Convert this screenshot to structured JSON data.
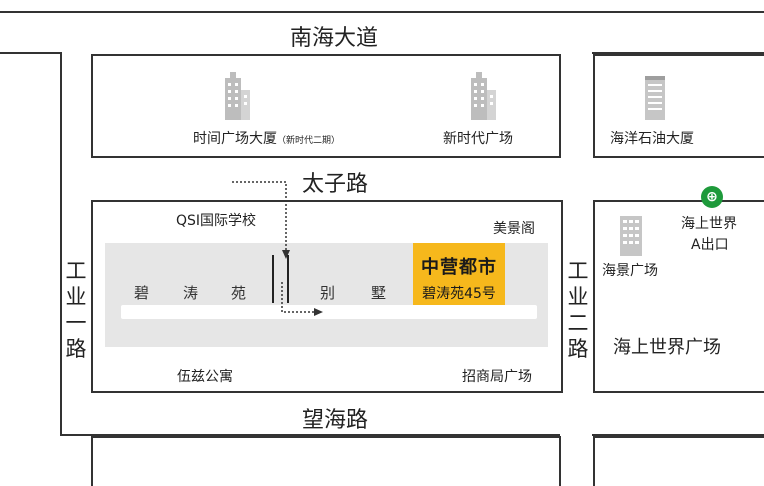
{
  "roads": {
    "nanhai": "南海大道",
    "taizi": "太子路",
    "wanghai": "望海路",
    "gongye1": [
      "工",
      "业",
      "一",
      "路"
    ],
    "gongye2": [
      "工",
      "业",
      "二",
      "路"
    ]
  },
  "buildings": {
    "time_square": "时间广场大厦",
    "time_square_note": "（新时代二期）",
    "new_era_square": "新时代广场",
    "haiyang_tower": "海洋石油大厦",
    "qsi_school": "QSI国际学校",
    "meijing_ge": "美景阁",
    "wuzi_apartment": "伍兹公寓",
    "zhaoshang_square": "招商局广场",
    "haijing_square": "海景广场",
    "sea_world_square": "海上世界广场"
  },
  "estate": {
    "chars1": [
      "碧",
      "涛",
      "苑"
    ],
    "chars2": [
      "别",
      "墅"
    ]
  },
  "highlight": {
    "name": "中营都市",
    "address": "碧涛苑45号"
  },
  "metro": {
    "station": "海上世界",
    "exit": "A出口"
  },
  "colors": {
    "highlight": "#f6b81c",
    "estate_fill": "#e6e6e6",
    "metro": "#1e9a3b",
    "route": "#333333"
  },
  "icons": {
    "building": "building-icon",
    "metro": "metro-icon",
    "route_arrow": "route-arrow"
  }
}
